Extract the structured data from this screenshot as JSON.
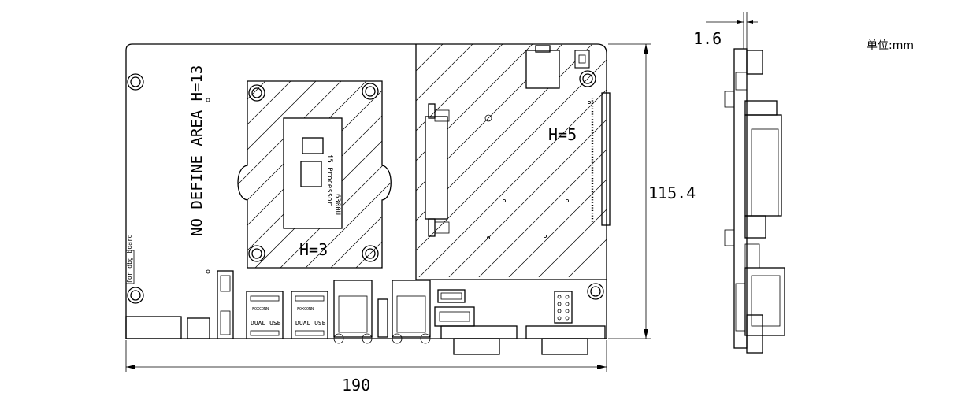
{
  "unit_label": "单位:mm",
  "dimensions": {
    "width": "190",
    "height": "115.4",
    "thickness": "1.6"
  },
  "labels": {
    "no_define_area": "NO DEFINE AREA H=13",
    "cpu_height": "H=3",
    "hatched_height": "H=5",
    "cpu_text_line1": "i5 Processor",
    "cpu_text_line2": "6300U",
    "usb_label": "DUAL USB",
    "usb_brand": "FOXCONN",
    "debug_label": "for dbg board"
  }
}
